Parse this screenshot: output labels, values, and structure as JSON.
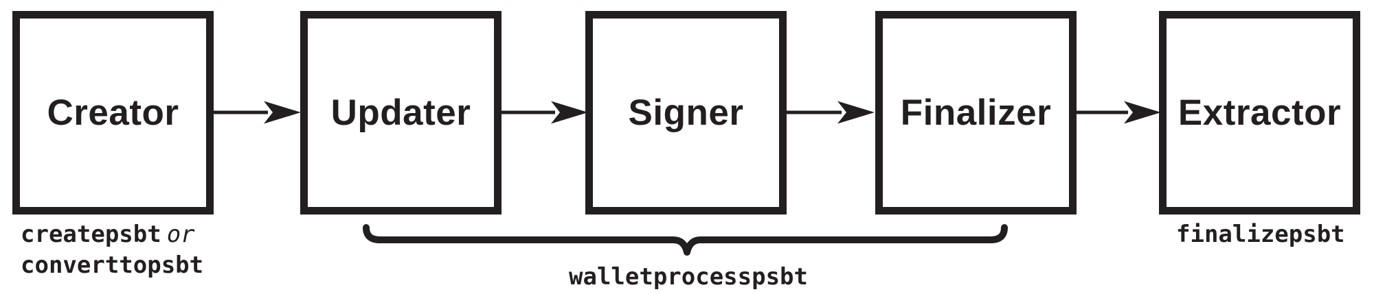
{
  "colors": {
    "ink": "#231f20",
    "background": "#ffffff"
  },
  "stages": [
    {
      "label": "Creator"
    },
    {
      "label": "Updater"
    },
    {
      "label": "Signer"
    },
    {
      "label": "Finalizer"
    },
    {
      "label": "Extractor"
    }
  ],
  "annotations": {
    "creator_command_1": "createpsbt",
    "creator_conjunction": "or",
    "creator_command_2": "converttopsbt",
    "brace_label": "walletprocesspsbt",
    "extractor_command": "finalizepsbt"
  }
}
